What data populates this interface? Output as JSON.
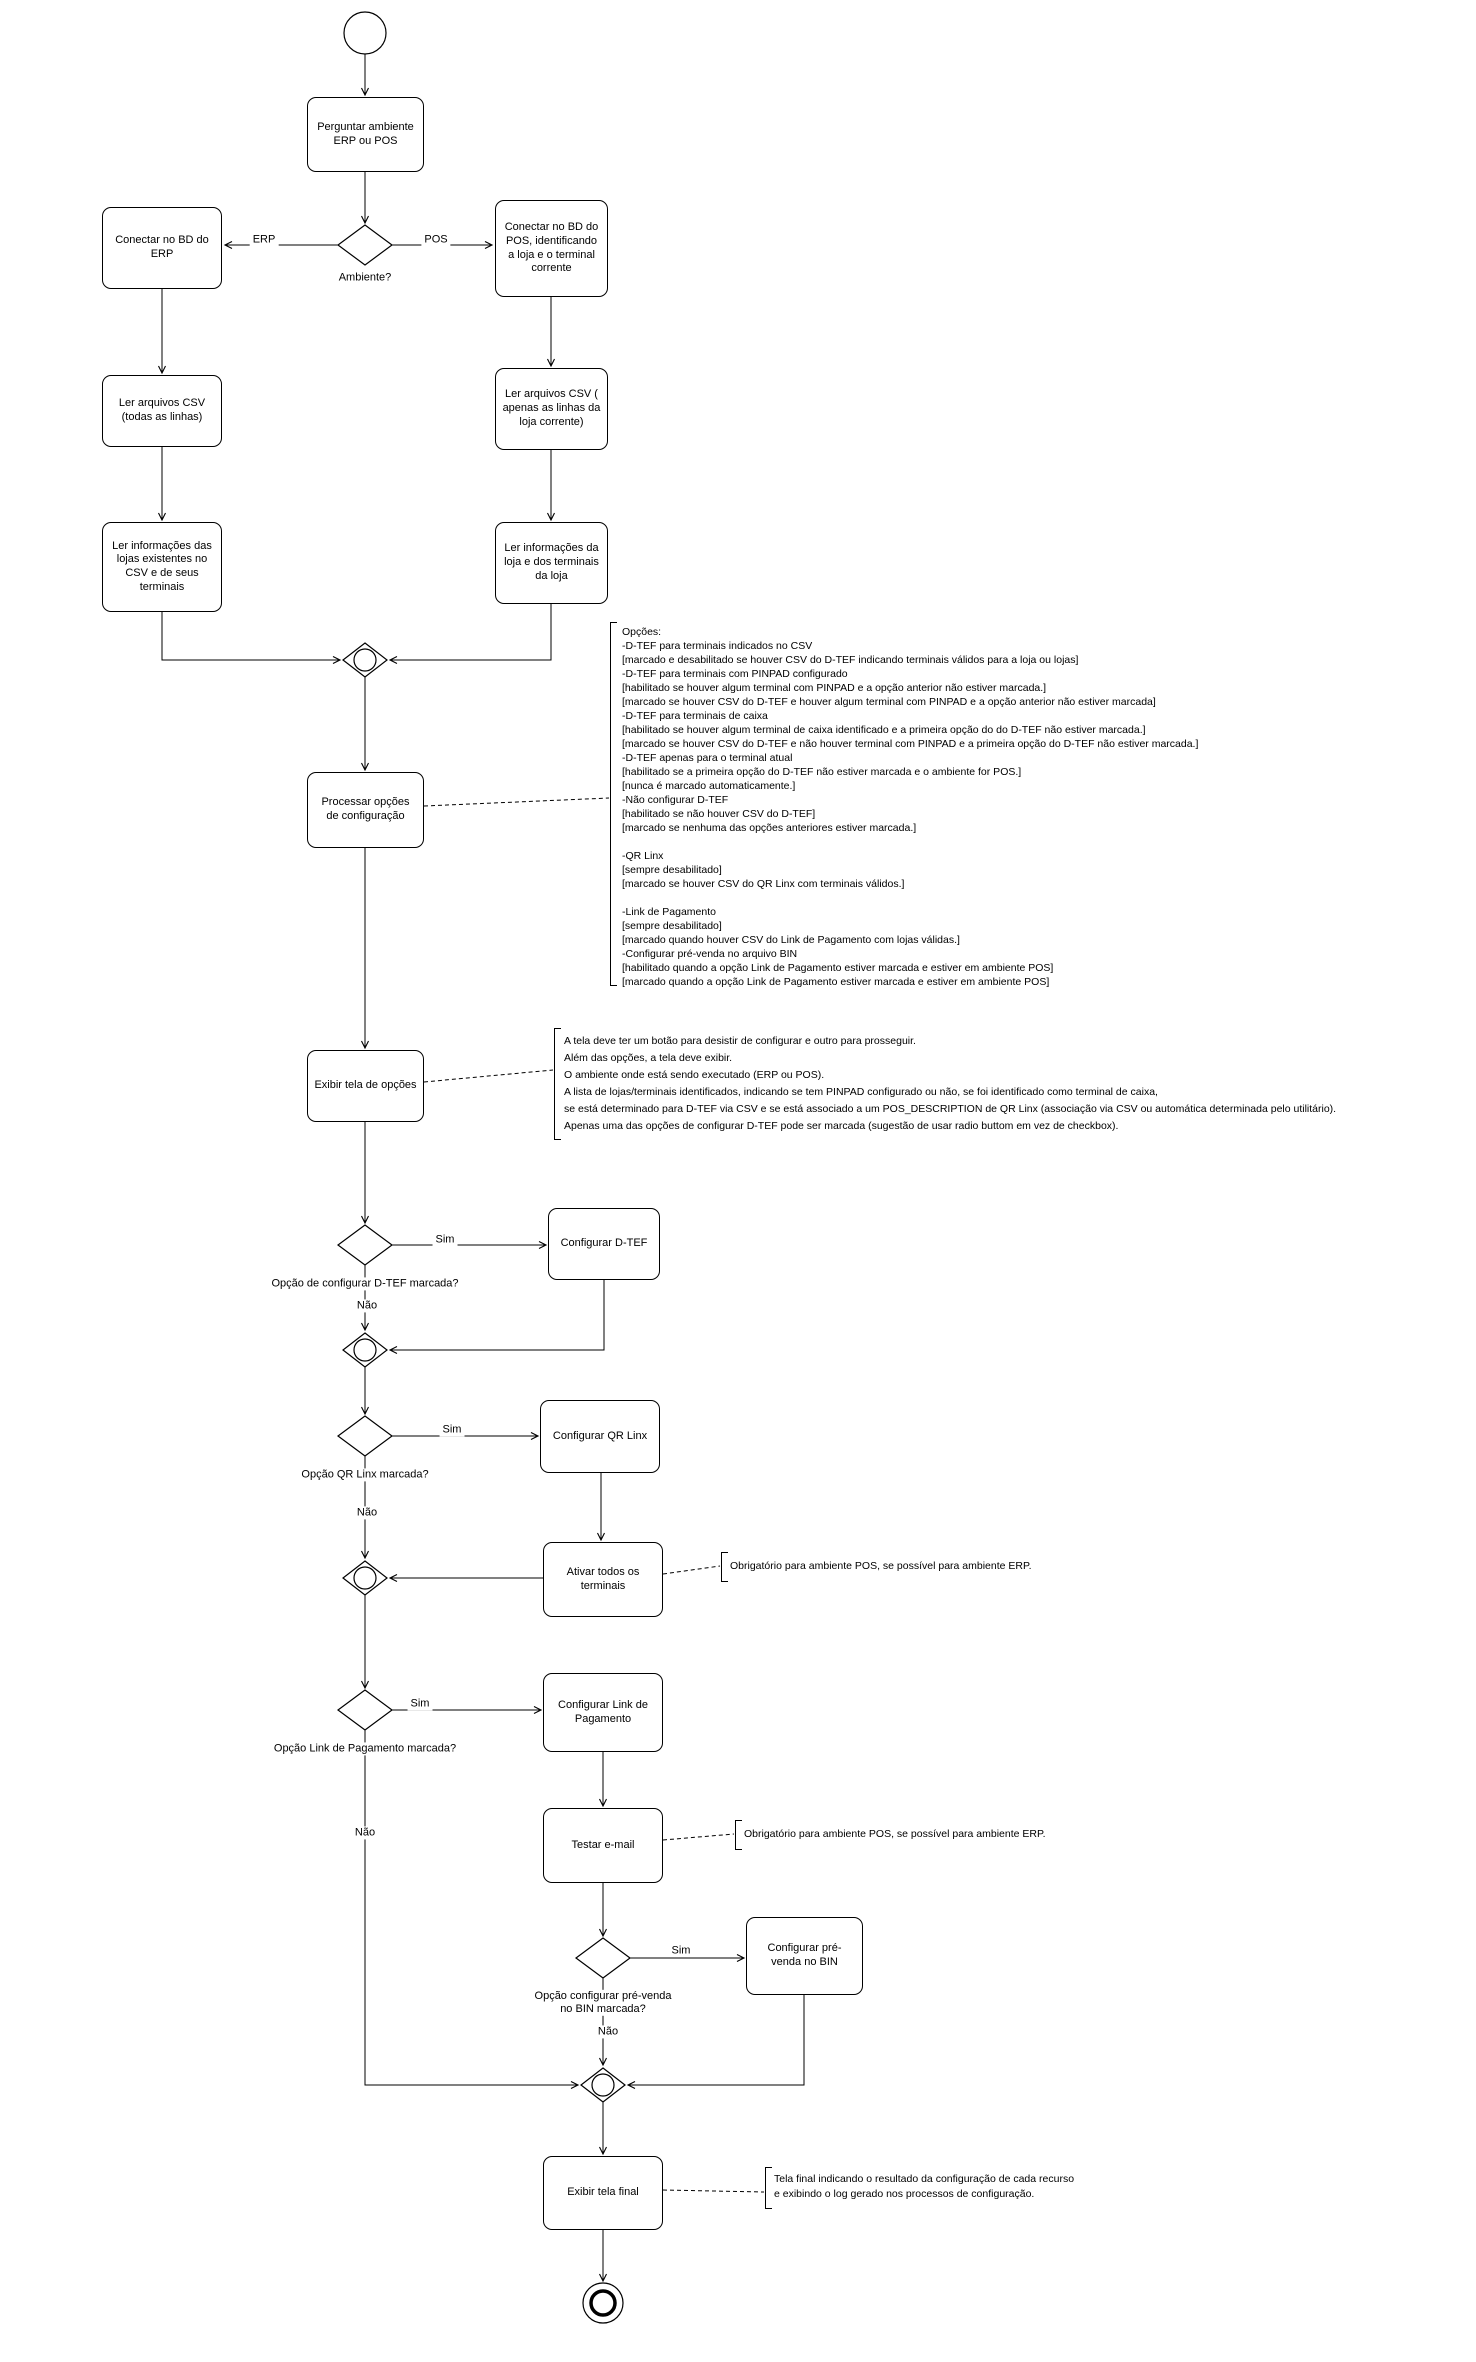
{
  "diagram": {
    "nodes": {
      "ask_env": "Perguntar ambiente ERP ou POS",
      "connect_erp": "Conectar no BD do ERP",
      "connect_pos": "Conectar no BD do POS, identificando a loja e o terminal corrente",
      "read_csv_all": "Ler arquivos CSV (todas as linhas)",
      "read_csv_store": "Ler arquivos CSV ( apenas as linhas da loja corrente)",
      "read_info_stores": "Ler informações das lojas existentes no CSV e de seus terminais",
      "read_info_store": "Ler informações da loja e dos terminais da loja",
      "process_options": "Processar opções de configuração",
      "show_options": "Exibir tela de opções",
      "config_dtef": "Configurar D-TEF",
      "config_qrlinx": "Configurar QR Linx",
      "activate_terminals": "Ativar todos os terminais",
      "config_link": "Configurar Link de Pagamento",
      "test_email": "Testar e-mail",
      "config_prevenda": "Configurar pré-venda no BIN",
      "show_final": "Exibir tela final"
    },
    "decisions": {
      "ambiente": "Ambiente?",
      "dtef": "Opção de configurar D-TEF marcada?",
      "qrlinx": "Opção QR Linx marcada?",
      "link": "Opção Link de Pagamento marcada?",
      "prevenda": "Opção configurar pré-venda\nno BIN marcada?"
    },
    "edge_labels": {
      "erp": "ERP",
      "pos": "POS",
      "sim": "Sim",
      "nao": "Não"
    },
    "notes": {
      "opcoes": "Opções:\n-D-TEF para terminais indicados no CSV\n[marcado e desabilitado se houver CSV do D-TEF indicando terminais válidos para a loja ou lojas]\n-D-TEF para terminais com PINPAD configurado\n[habilitado se houver algum terminal com PINPAD e a opção anterior não estiver marcada.]\n[marcado se houver CSV do D-TEF e houver algum terminal com PINPAD e a opção anterior não estiver marcada]\n-D-TEF para terminais de caixa\n[habilitado se houver algum terminal de caixa identificado e a primeira opção do do D-TEF não estiver marcada.]\n[marcado se houver CSV do D-TEF e não houver terminal com PINPAD e a primeira opção do D-TEF não estiver marcada.]\n-D-TEF apenas para o terminal atual\n[habilitado se a primeira opção do D-TEF não estiver marcada e o ambiente for POS.]\n[nunca é marcado automaticamente.]\n-Não configurar D-TEF\n[habilitado se não houver CSV do D-TEF]\n[marcado se nenhuma das opções anteriores estiver marcada.]\n\n-QR Linx\n[sempre desabilitado]\n[marcado se houver CSV do QR Linx com terminais válidos.]\n\n-Link de Pagamento\n[sempre desabilitado]\n[marcado quando houver CSV do Link de Pagamento com lojas válidas.]\n-Configurar pré-venda no arquivo BIN\n[habilitado quando a opção Link de Pagamento estiver marcada e estiver em ambiente POS]\n[marcado quando a opção Link de Pagamento estiver marcada e estiver em ambiente POS]",
      "tela_opcoes": "A tela deve ter um botão para desistir de configurar e outro para prosseguir.\nAlém das opções, a tela deve exibir.\nO ambiente onde está sendo executado (ERP ou POS).\nA lista de lojas/terminais identificados, indicando se tem PINPAD configurado ou não, se foi identificado como terminal de caixa,\nse está determinado para D-TEF via CSV e se está associado a um POS_DESCRIPTION de QR Linx (associação via CSV ou automática determinada pelo utilitário).\nApenas uma das opções de configurar D-TEF pode ser marcada (sugestão de usar radio buttom em vez de checkbox).",
      "obrigatorio": "Obrigatório para ambiente POS, se possível para ambiente ERP.",
      "tela_final": "Tela final indicando o resultado da configuração de cada recurso\ne exibindo o log gerado nos processos de configuração."
    },
    "colors": {
      "stroke": "#000000",
      "background": "#ffffff"
    }
  }
}
